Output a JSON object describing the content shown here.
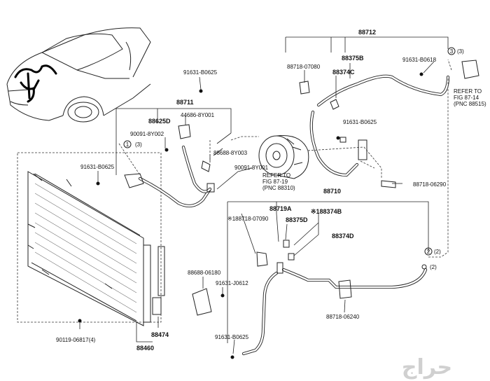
{
  "labels": {
    "p88712": "88712",
    "p88718_07080": "88718-07080",
    "p88375B": "88375B",
    "p88374C": "88374C",
    "p91631_B0618": "91631-B0618",
    "p91631_B0625_a": "91631-B0625",
    "p88711": "88711",
    "p88625D": "88625D",
    "p44686": "44686-8Y001",
    "p90091_8Y002": "90091-8Y002",
    "p88688_8Y003": "88688-8Y003",
    "p90091_8Y001": "90091-8Y001",
    "p91631_B0625_b": "91631-B0625",
    "p91631_B0625_c": "91631-B0625",
    "p88718_06290": "88718-06290",
    "p88710": "88710",
    "p88719A": "88719A",
    "p188374B": "※188374B",
    "p188718_07090": "※188718-07090",
    "p88375D": "88375D",
    "p88374D": "88374D",
    "p88688_06180": "88688-06180",
    "p91631_J0612": "91631-J0612",
    "p88718_06240": "88718-06240",
    "p90119_06817": "90119-06817(4)",
    "p88474": "88474",
    "p88460": "88460",
    "p91631_B0625_d": "91631-B0625"
  },
  "markers": {
    "m1": "1",
    "m1_paren": "(3)",
    "m2": "2",
    "m2_paren": "(2)",
    "m3": "3",
    "m3_paren": "(3)",
    "m2b_paren": "(2)"
  },
  "refs": {
    "fig_87_19": [
      "REFER TO",
      "FIG 87-19",
      "(PNC 88310)"
    ],
    "fig_87_14": [
      "REFER TO",
      "FIG 87-14",
      "(PNC 88515)"
    ]
  },
  "watermark": "حراج",
  "colors": {
    "ink": "#222222",
    "car_harness": "#000000",
    "watermark": "#cfcfcf"
  }
}
